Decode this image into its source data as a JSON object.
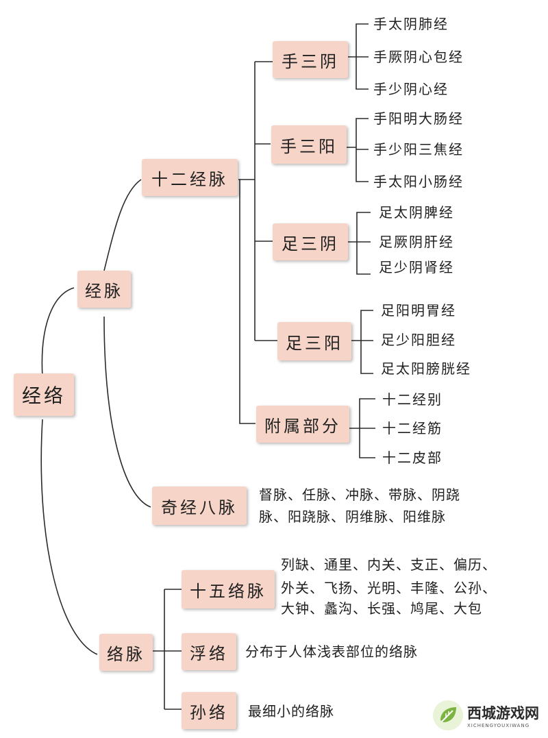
{
  "root": "经络",
  "jingmai": {
    "label": "经脉",
    "shier": {
      "label": "十二经脉",
      "groups": [
        {
          "label": "手三阴",
          "items": [
            "手太阴肺经",
            "手厥阴心包经",
            "手少阴心经"
          ]
        },
        {
          "label": "手三阳",
          "items": [
            "手阳明大肠经",
            "手少阳三焦经",
            "手太阳小肠经"
          ]
        },
        {
          "label": "足三阴",
          "items": [
            "足太阴脾经",
            "足厥阴肝经",
            "足少阴肾经"
          ]
        },
        {
          "label": "足三阳",
          "items": [
            "足阳明胃经",
            "足少阳胆经",
            "足太阳膀胱经"
          ]
        },
        {
          "label": "附属部分",
          "items": [
            "十二经别",
            "十二经筋",
            "十二皮部"
          ]
        }
      ]
    },
    "qijing": {
      "label": "奇经八脉",
      "desc": [
        "督脉、任脉、冲脉、带脉、阴跷",
        "脉、阳跷脉、阴维脉、阳维脉"
      ]
    }
  },
  "luomai": {
    "label": "络脉",
    "shiwu": {
      "label": "十五络脉",
      "desc": [
        "列缺、通里、内关、支正、偏历、",
        "外关、飞扬、光明、丰隆、公孙、",
        "大钟、蠡沟、长强、鸠尾、大包"
      ]
    },
    "fuluo": {
      "label": "浮络",
      "desc": "分布于人体浅表部位的络脉"
    },
    "sunluo": {
      "label": "孙络",
      "desc": "最细小的络脉"
    }
  },
  "watermark": {
    "cn": "西城游戏网",
    "en": "XICHENGYOUXIWANG"
  }
}
